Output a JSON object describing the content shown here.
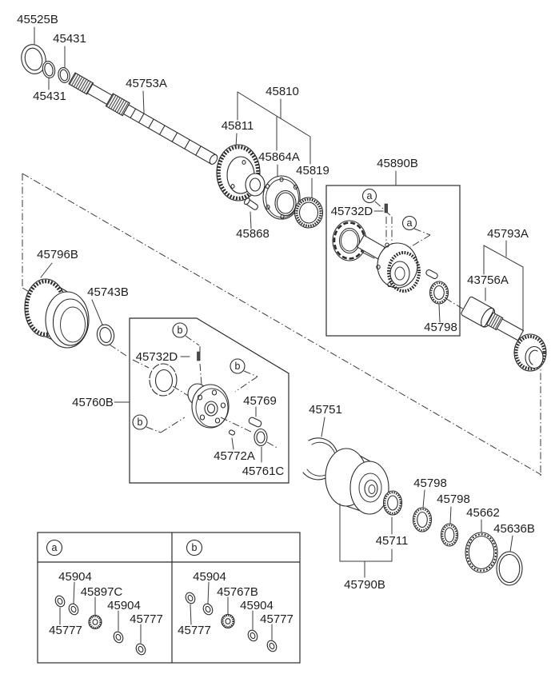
{
  "diagram_type": "exploded-parts-diagram",
  "colors": {
    "background": "#ffffff",
    "line": "#2b2b2b",
    "text": "#1d1d1d"
  },
  "callouts": {
    "a": "a",
    "b": "b"
  },
  "part_labels": {
    "45525B": "45525B",
    "45431": "45431",
    "45753A": "45753A",
    "45810": "45810",
    "45811": "45811",
    "45864A": "45864A",
    "45819": "45819",
    "45868": "45868",
    "45890B": "45890B",
    "45732D": "45732D",
    "45798": "45798",
    "45793A": "45793A",
    "43756A": "43756A",
    "45796B": "45796B",
    "45743B": "45743B",
    "45760B": "45760B",
    "45769": "45769",
    "45772A": "45772A",
    "45761C": "45761C",
    "45751": "45751",
    "45711": "45711",
    "45790B": "45790B",
    "45662": "45662",
    "45636B": "45636B",
    "45904": "45904",
    "45897C": "45897C",
    "45767B": "45767B",
    "45777": "45777"
  },
  "legend": {
    "column_a": {
      "callout": "a",
      "parts": [
        "45777",
        "45904",
        "45897C",
        "45904",
        "45777"
      ]
    },
    "column_b": {
      "callout": "b",
      "parts": [
        "45777",
        "45904",
        "45767B",
        "45904",
        "45777"
      ]
    }
  }
}
